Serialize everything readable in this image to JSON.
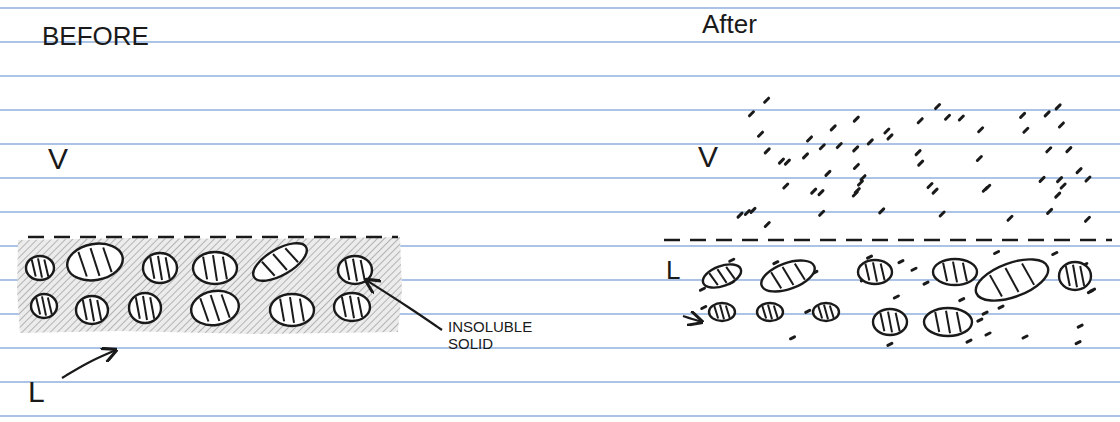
{
  "diagram": {
    "labels": [
      "BEFORE",
      "After",
      "V",
      "INSOLUBLE SOLID",
      "L",
      "V",
      "L"
    ]
  }
}
